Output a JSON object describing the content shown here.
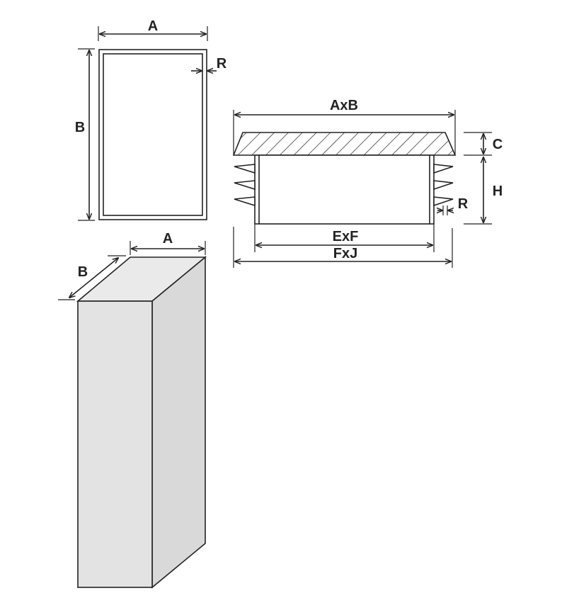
{
  "labels": {
    "top_view_width": "A",
    "top_view_height": "B",
    "top_view_radius": "R",
    "side_view_cap_size": "AxB",
    "side_view_cap_thickness": "C",
    "side_view_height": "H",
    "side_view_radius": "R",
    "side_view_inner": "ExF",
    "side_view_outer": "FxJ",
    "tube_width": "A",
    "tube_depth": "B"
  },
  "colors": {
    "line": "#222222",
    "tube_front": "#e3e3e3",
    "tube_side": "#d9d9d9",
    "tube_top": "#eaeaea",
    "background": "#ffffff"
  }
}
